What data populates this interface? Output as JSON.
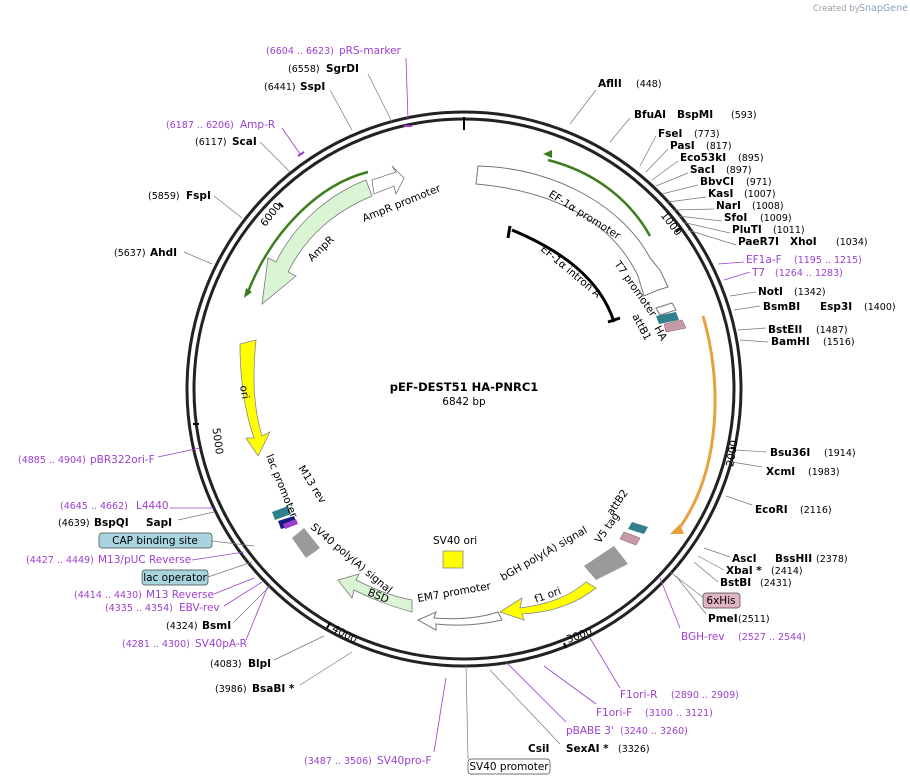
{
  "credit": {
    "prefix": "Created by",
    "brand": "SnapGene"
  },
  "plasmid": {
    "name": "pEF-DEST51 HA-PNRC1",
    "length_label": "6842 bp",
    "length_bp": 6842
  },
  "ticks": [
    "1000",
    "2000",
    "3000",
    "4000",
    "5000",
    "6000"
  ],
  "features": [
    {
      "name": "AmpR promoter",
      "label": "AmpR promoter"
    },
    {
      "name": "AmpR",
      "label": "AmpR"
    },
    {
      "name": "ori",
      "label": "ori"
    },
    {
      "name": "EF-1α promoter",
      "label": "EF-1α promoter"
    },
    {
      "name": "EF-1α intron A",
      "label": "EF-1α intron A"
    },
    {
      "name": "T7 promoter",
      "label": "T7 promoter"
    },
    {
      "name": "attB1",
      "label": "attB1"
    },
    {
      "name": "HA",
      "label": "HA"
    },
    {
      "name": "attB2",
      "label": "attB2"
    },
    {
      "name": "V5 tag",
      "label": "V5 tag"
    },
    {
      "name": "bGH poly(A) signal",
      "label": "bGH poly(A) signal"
    },
    {
      "name": "f1 ori",
      "label": "f1 ori"
    },
    {
      "name": "SV40 ori",
      "label": "SV40 ori"
    },
    {
      "name": "EM7 promoter",
      "label": "EM7 promoter"
    },
    {
      "name": "BSD",
      "label": "BSD"
    },
    {
      "name": "SV40 poly(A) signal",
      "label": "SV40 poly(A) signal"
    },
    {
      "name": "M13 rev",
      "label": "M13 rev"
    },
    {
      "name": "lac promoter",
      "label": "lac promoter"
    }
  ],
  "enzymes": [
    {
      "name": "AflII",
      "pos": "(448)"
    },
    {
      "name": "BfuAI",
      "alt": "BspMI",
      "pos": "(593)"
    },
    {
      "name": "FseI",
      "pos": "(773)"
    },
    {
      "name": "PasI",
      "pos": "(817)"
    },
    {
      "name": "Eco53kI",
      "pos": "(895)"
    },
    {
      "name": "SacI",
      "pos": "(897)"
    },
    {
      "name": "BbvCI",
      "pos": "(971)"
    },
    {
      "name": "KasI",
      "pos": "(1007)"
    },
    {
      "name": "NarI",
      "pos": "(1008)"
    },
    {
      "name": "SfoI",
      "pos": "(1009)"
    },
    {
      "name": "PluTI",
      "pos": "(1011)"
    },
    {
      "name": "PaeR7I",
      "alt": "XhoI",
      "pos": "(1034)"
    },
    {
      "name": "NotI",
      "pos": "(1342)"
    },
    {
      "name": "BsmBI",
      "alt": "Esp3I",
      "pos": "(1400)"
    },
    {
      "name": "BstEII",
      "pos": "(1487)"
    },
    {
      "name": "BamHI",
      "pos": "(1516)"
    },
    {
      "name": "Bsu36I",
      "pos": "(1914)"
    },
    {
      "name": "XcmI",
      "pos": "(1983)"
    },
    {
      "name": "EcoRI",
      "pos": "(2116)"
    },
    {
      "name": "AscI",
      "alt": "BssHII",
      "pos": "(2378)"
    },
    {
      "name": "XbaI *",
      "pos": "(2414)"
    },
    {
      "name": "BstBI",
      "pos": "(2431)"
    },
    {
      "name": "PmeI",
      "pos": "(2511)"
    },
    {
      "name": "CsiI",
      "alt": "SexAI *",
      "pos": "(3326)"
    },
    {
      "name": "BsaBI *",
      "pos": "(3986)"
    },
    {
      "name": "BlpI",
      "pos": "(4083)"
    },
    {
      "name": "BsmI",
      "pos": "(4324)"
    },
    {
      "name": "BspQI",
      "alt": "SapI",
      "pos": "(4639)"
    },
    {
      "name": "AhdI",
      "pos": "(5637)"
    },
    {
      "name": "FspI",
      "pos": "(5859)"
    },
    {
      "name": "ScaI",
      "pos": "(6117)"
    },
    {
      "name": "SspI",
      "pos": "(6441)"
    },
    {
      "name": "SgrDI",
      "pos": "(6558)"
    }
  ],
  "primers": [
    {
      "name": "pRS-marker",
      "range": "(6604 .. 6623)"
    },
    {
      "name": "Amp-R",
      "range": "(6187 .. 6206)"
    },
    {
      "name": "EF1a-F",
      "range": "(1195 .. 1215)"
    },
    {
      "name": "T7",
      "range": "(1264 .. 1283)"
    },
    {
      "name": "pBR322ori-F",
      "range": "(4885 .. 4904)"
    },
    {
      "name": "L4440",
      "range": "(4645 .. 4662)"
    },
    {
      "name": "M13/pUC Reverse",
      "range": "(4427 .. 4449)"
    },
    {
      "name": "M13 Reverse",
      "range": "(4414 .. 4430)"
    },
    {
      "name": "EBV-rev",
      "range": "(4335 .. 4354)"
    },
    {
      "name": "SV40pA-R",
      "range": "(4281 .. 4300)"
    },
    {
      "name": "BGH-rev",
      "range": "(2527 .. 2544)"
    },
    {
      "name": "F1ori-R",
      "range": "(2890 .. 2909)"
    },
    {
      "name": "F1ori-F",
      "range": "(3100 .. 3121)"
    },
    {
      "name": "pBABE 3'",
      "range": "(3240 .. 3260)"
    },
    {
      "name": "SV40pro-F",
      "range": "(3487 .. 3506)"
    }
  ],
  "boxed_features": [
    {
      "name": "CAP binding site"
    },
    {
      "name": "lac operator"
    },
    {
      "name": "6xHis"
    },
    {
      "name": "SV40 promoter"
    }
  ],
  "colors": {
    "backbone": "#222222",
    "primer": "#9b3fcf",
    "light_green_feature": "#d9f5d4",
    "dark_green_line": "#3e7d1e",
    "yellow_feature": "#ffff00",
    "orange_line": "#e8a040",
    "teal_feature": "#2f7f8c",
    "pink_feature": "#c89aa8",
    "gray_feature": "#9a9a9a",
    "box_blue": "#a8d4e0",
    "box_pink": "#e0b4c0"
  }
}
